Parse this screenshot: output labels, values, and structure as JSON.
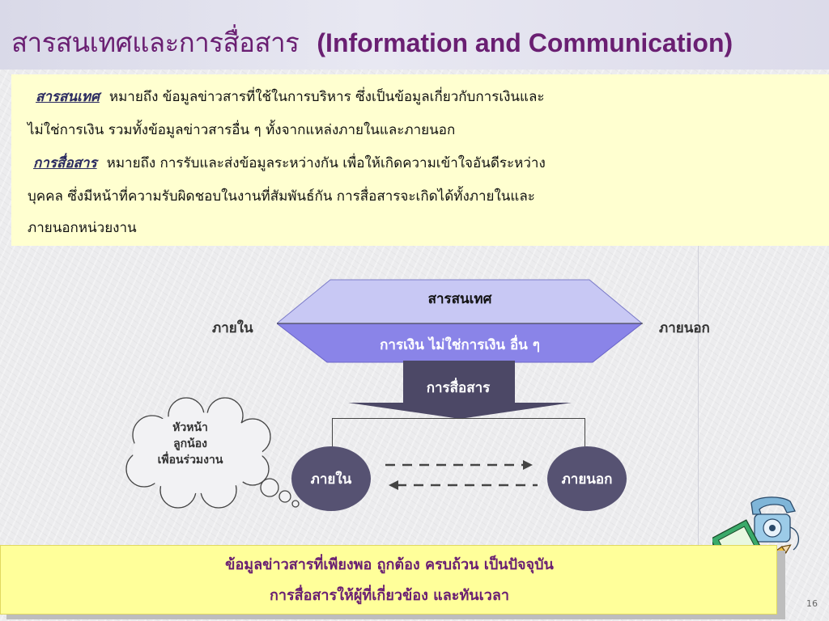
{
  "title": {
    "thai": "สารสนเทศและการสื่อสาร",
    "english": "(Information and Communication)"
  },
  "definitions": {
    "information_term": "สารสนเทศ",
    "information_line1": "หมายถึง  ข้อมูลข่าวสารที่ใช้ในการบริหาร  ซึ่งเป็นข้อมูลเกี่ยวกับการเงินและ",
    "information_line2": "ไม่ใช่การเงิน  รวมทั้งข้อมูลข่าวสารอื่น ๆ ทั้งจากแหล่งภายในและภายนอก",
    "communication_term": "การสื่อสาร",
    "communication_line1": "หมายถึง  การรับและส่งข้อมูลระหว่างกัน เพื่อให้เกิดความเข้าใจอันดีระหว่าง",
    "communication_line2": "บุคคล ซึ่งมีหน้าที่ความรับผิดชอบในงานที่สัมพันธ์กัน  การสื่อสารจะเกิดได้ทั้งภายในและ",
    "communication_line3": "ภายนอกหน่วยงาน"
  },
  "diagram": {
    "hexagon_top": "สารสนเทศ",
    "hexagon_bottom": "การเงิน  ไม่ใช่การเงิน  อื่น ๆ",
    "left_label": "ภายใน",
    "right_label": "ภายนอก",
    "communication": "การสื่อสาร",
    "internal_circle": "ภายใน",
    "external_circle": "ภายนอก",
    "cloud_lines": [
      "หัวหน้า",
      "ลูกน้อง",
      "เพื่อนร่วมงาน"
    ]
  },
  "summary": {
    "line1": "ข้อมูลข่าวสารที่เพียงพอ ถูกต้อง ครบถ้วน เป็นปัจจุบัน",
    "line2": "การสื่อสารให้ผู้ที่เกี่ยวข้อง และทันเวลา"
  },
  "page_number": "16",
  "colors": {
    "title": "#6a1f72",
    "hexagon_top": "#c8c8f4",
    "hexagon_bottom": "#8a84e8",
    "circle": "#565272",
    "definition_box": "#ffffd0",
    "summary_box": "#ffff9a"
  },
  "icons": {
    "cloud": "thought-cloud-icon",
    "clipart": "telephone-notebook-clipart-icon"
  }
}
